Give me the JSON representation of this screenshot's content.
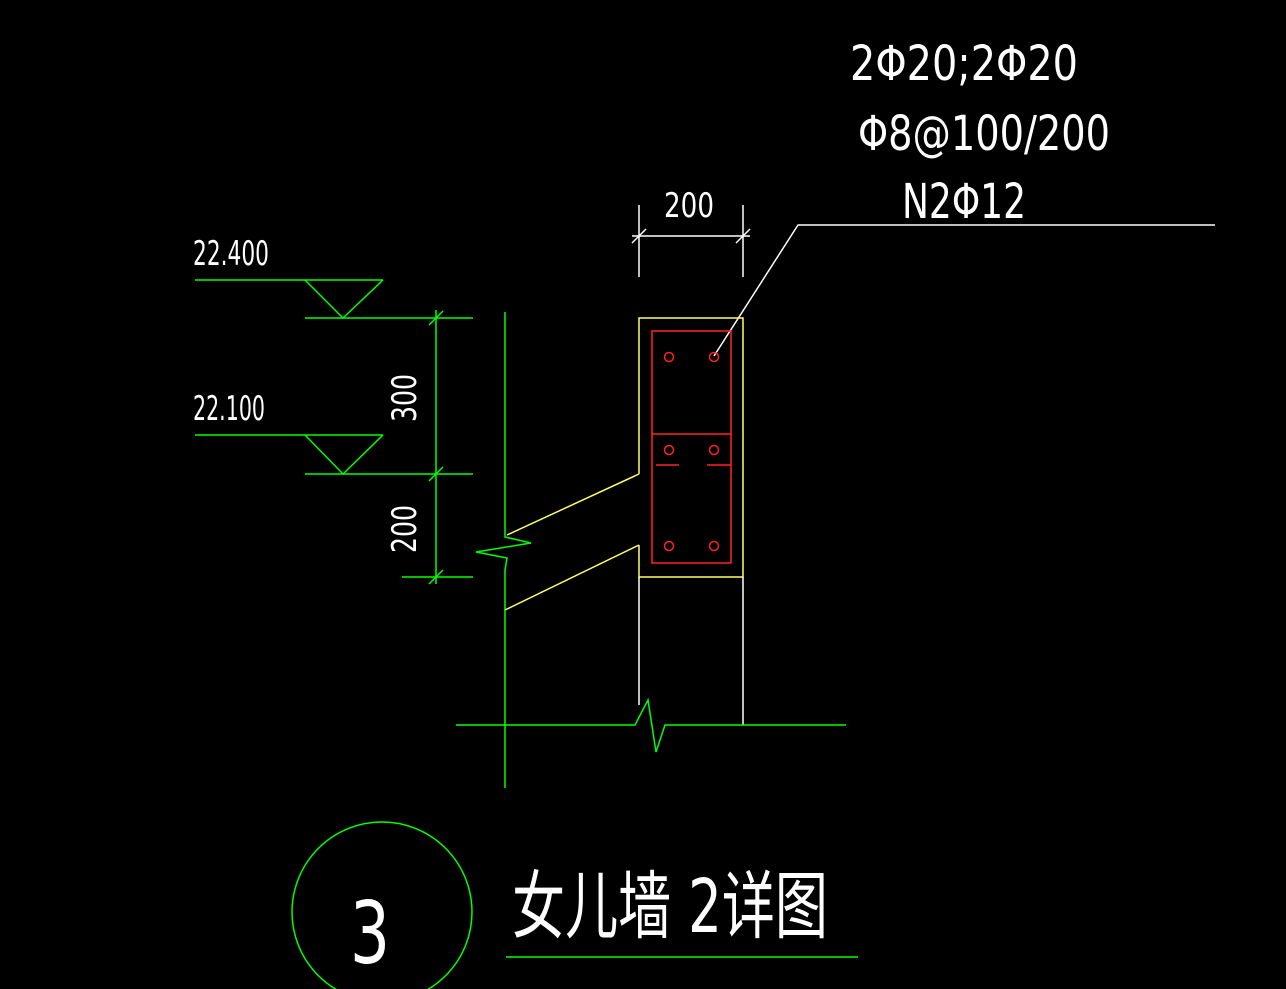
{
  "annotations": {
    "rebar_line1": "2Φ20;2Φ20",
    "rebar_line2": "Φ8@100/200",
    "rebar_line3": "N2Φ12",
    "beam_width_dim": "200"
  },
  "elevations": {
    "upper": "22.400",
    "lower": "22.100"
  },
  "vertical_dims": {
    "upper": "300",
    "lower": "200"
  },
  "title": {
    "number": "3",
    "text": "女儿墙 2详图"
  },
  "colors": {
    "background": "#000000",
    "structure_green": "#00ff00",
    "concrete_yellow": "#ffff66",
    "rebar_red": "#ff2222",
    "text_white": "#ffffff"
  }
}
